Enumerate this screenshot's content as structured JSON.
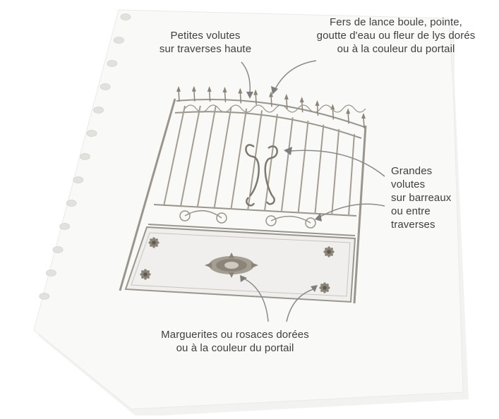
{
  "colors": {
    "paper": "#f9f9f8",
    "paper_shadow": "#e6e6e4",
    "ink": "#9a958d",
    "ink_dark": "#6f6a62",
    "gold": "#8c8478",
    "text": "#3f3f3f",
    "arrow": "#8a8a8a"
  },
  "icons": {
    "binder_holes": "binder-hole-icon",
    "arrows": "callout-arrow-icon",
    "rosette": "rosette-icon",
    "daisy": "daisy-icon",
    "spear": "spear-finial-icon",
    "volute": "volute-scroll-icon"
  },
  "annotations": {
    "spear_tips": [
      "Fers de lance boule, pointe,",
      "goutte d'eau ou fleur de lys dorés",
      "ou à la couleur du portail"
    ],
    "small_volutes": [
      "Petites volutes",
      "sur traverses haute"
    ],
    "large_volutes": [
      "Grandes",
      "volutes",
      "sur barreaux",
      "ou entre",
      "traverses"
    ],
    "rosettes": [
      "Marguerites ou rosaces dorées",
      "ou à la couleur du portail"
    ]
  }
}
